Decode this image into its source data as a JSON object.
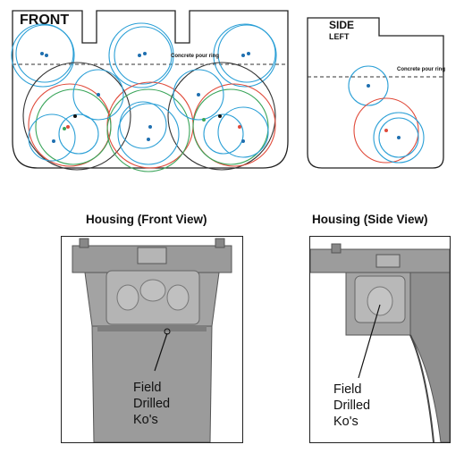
{
  "front_diagram": {
    "title": "FRONT",
    "pour_ring_label": "Concrete pour ring"
  },
  "side_diagram": {
    "title": "SIDE",
    "subtitle": "LEFT",
    "pour_ring_label": "Concrete pour ring"
  },
  "front_photo": {
    "caption": "Housing (Front View)",
    "callout_lines": [
      "Field",
      "Drilled",
      "Ko's"
    ]
  },
  "side_photo": {
    "caption": "Housing (Side View)",
    "callout_lines": [
      "Field",
      "Drilled",
      "Ko's"
    ]
  },
  "colors": {
    "outline": "#222222",
    "blue_circle": "#2a9fd6",
    "green_circle": "#3aa55a",
    "red_circle": "#e04a3a",
    "dark_circle": "#333333",
    "dot": "#1f6fb0",
    "housing_gray": "#8d8d8d"
  }
}
